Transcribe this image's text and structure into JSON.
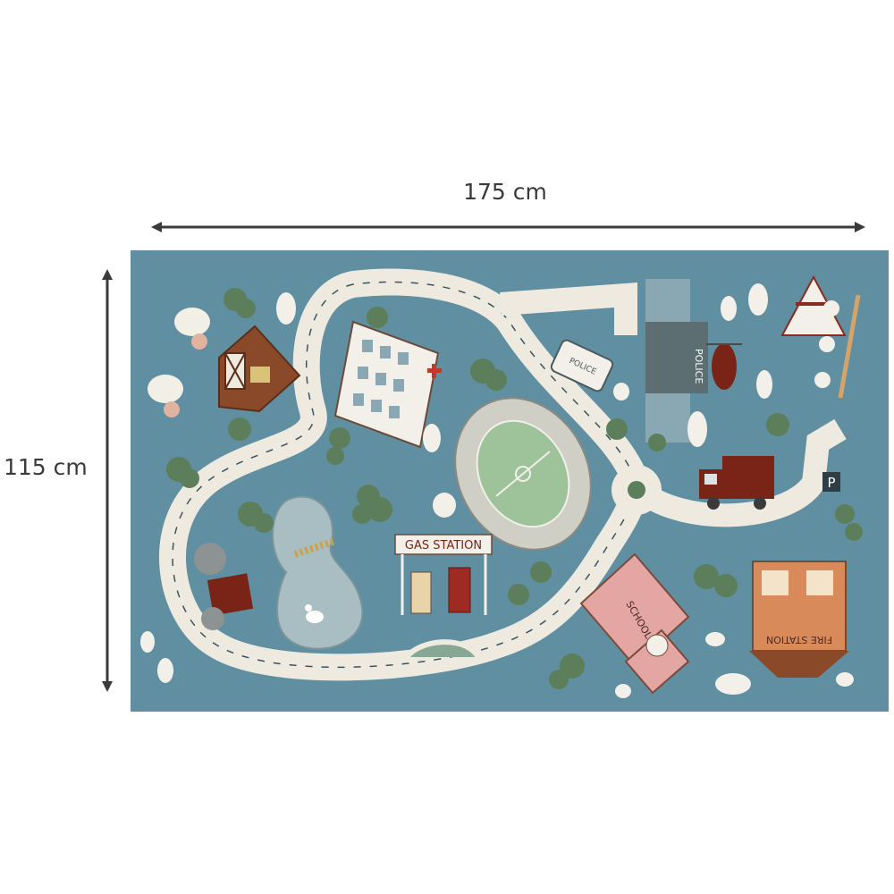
{
  "dimensions": {
    "width_label": "175 cm",
    "height_label": "115 cm"
  },
  "rug": {
    "signs": {
      "gas_station": "GAS STATION",
      "police": "POLICE",
      "police_car": "POLICE",
      "school": "SCHOOL",
      "fire_station": "FIRE STATION",
      "parking": "P"
    }
  },
  "colors": {
    "rug_base": "#5f8fa1",
    "road": "#eeeae0",
    "pond": "#a9bec3",
    "field": "#9ec29a",
    "tree": "#5d7e5a",
    "barn": "#8a4a2a",
    "school": "#e3a6a3",
    "fire_station": "#d98a5a",
    "truck": "#7a2418",
    "police_building": "#5d6e72",
    "arrow": "#3a3a3a"
  }
}
